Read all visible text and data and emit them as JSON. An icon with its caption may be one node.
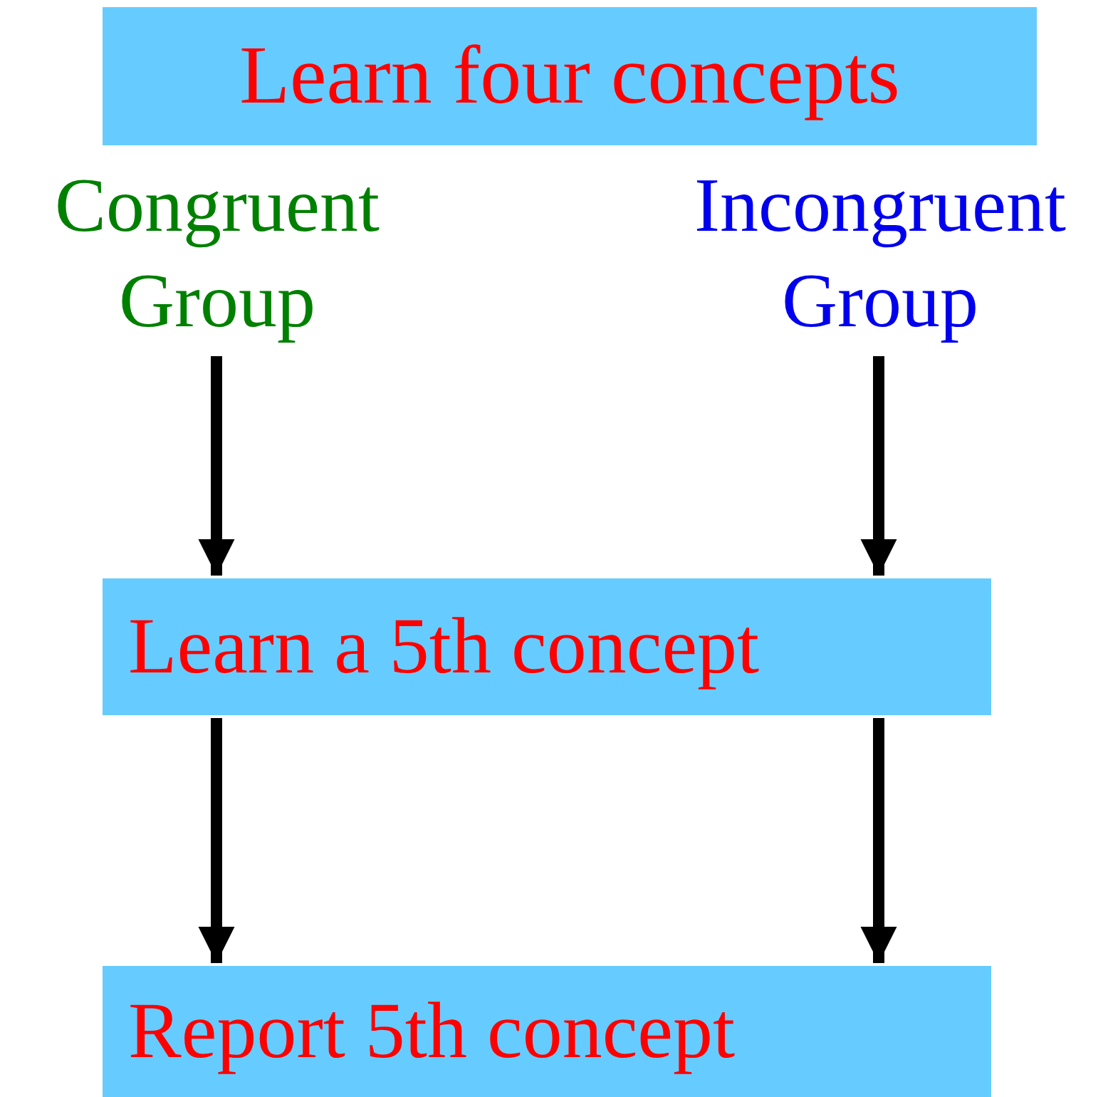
{
  "diagram": {
    "nodes": [
      {
        "text": [
          "Learn four concepts"
        ]
      },
      {
        "text": [
          "Congruent Group"
        ]
      },
      {
        "text": [
          "Incongruent Group"
        ]
      },
      {
        "text": [
          "Learn a 5th concept"
        ]
      },
      {
        "text": [
          "Report 5th concept"
        ]
      }
    ],
    "edges": [
      {
        "from": 1,
        "to": 3,
        "arrow": "to"
      },
      {
        "from": 2,
        "to": 3,
        "arrow": "to"
      },
      {
        "from": 3,
        "to": 4,
        "arrow": "to"
      },
      {
        "from": 3,
        "to": 4,
        "arrow": "to"
      }
    ]
  }
}
